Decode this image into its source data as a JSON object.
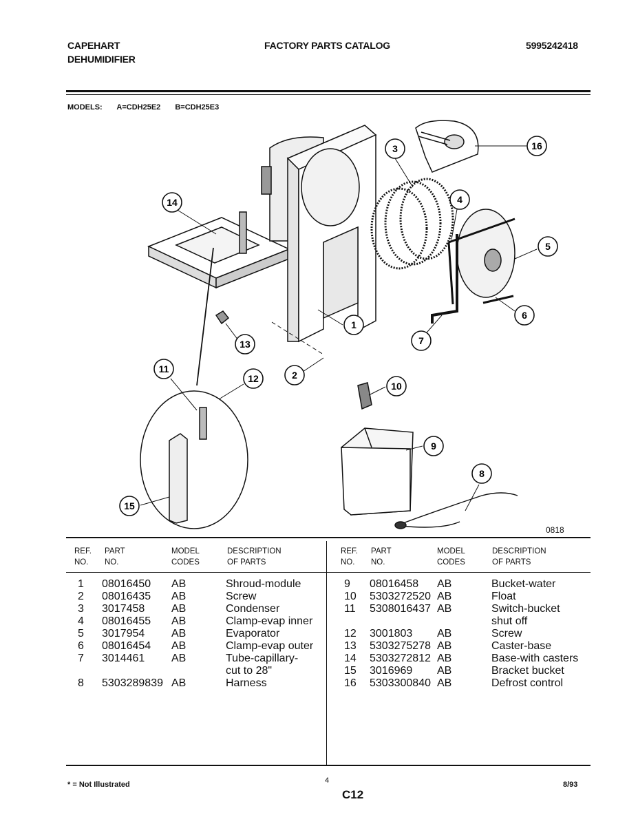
{
  "header": {
    "brand_line1": "CAPEHART",
    "brand_line2": "DEHUMIDIFIER",
    "title": "FACTORY PARTS CATALOG",
    "doc_number": "5995242418"
  },
  "models": {
    "label": "MODELS:",
    "model_a": "A=CDH25E2",
    "model_b": "B=CDH25E3"
  },
  "diagram": {
    "figure_id": "0818",
    "callouts": [
      "1",
      "2",
      "3",
      "4",
      "5",
      "6",
      "7",
      "8",
      "9",
      "10",
      "11",
      "12",
      "13",
      "14",
      "15",
      "16"
    ]
  },
  "table": {
    "headers": {
      "ref": [
        "REF.",
        "NO."
      ],
      "part": [
        "PART",
        "NO."
      ],
      "model": [
        "MODEL",
        "CODES"
      ],
      "desc": [
        "DESCRIPTION",
        "OF PARTS"
      ]
    },
    "left_rows": [
      {
        "ref": "1",
        "part": "08016450",
        "codes": "AB",
        "desc": "Shroud-module"
      },
      {
        "ref": "2",
        "part": "08016435",
        "codes": "AB",
        "desc": "Screw"
      },
      {
        "ref": "3",
        "part": "3017458",
        "codes": "AB",
        "desc": "Condenser"
      },
      {
        "ref": "4",
        "part": "08016455",
        "codes": "AB",
        "desc": "Clamp-evap inner"
      },
      {
        "ref": "5",
        "part": "3017954",
        "codes": "AB",
        "desc": "Evaporator"
      },
      {
        "ref": "6",
        "part": "08016454",
        "codes": "AB",
        "desc": "Clamp-evap outer"
      },
      {
        "ref": "7",
        "part": "3014461",
        "codes": "AB",
        "desc": "Tube-capillary-"
      },
      {
        "ref": "",
        "part": "",
        "codes": "",
        "desc": "cut to 28\""
      },
      {
        "ref": "8",
        "part": "5303289839",
        "codes": "AB",
        "desc": "Harness"
      }
    ],
    "right_rows": [
      {
        "ref": "9",
        "part": "08016458",
        "codes": "AB",
        "desc": "Bucket-water"
      },
      {
        "ref": "10",
        "part": "5303272520",
        "codes": "AB",
        "desc": "Float"
      },
      {
        "ref": "11",
        "part": "5308016437",
        "codes": "AB",
        "desc": "Switch-bucket"
      },
      {
        "ref": "",
        "part": "",
        "codes": "",
        "desc": "shut off"
      },
      {
        "ref": "12",
        "part": "3001803",
        "codes": "AB",
        "desc": "Screw"
      },
      {
        "ref": "13",
        "part": "5303275278",
        "codes": "AB",
        "desc": "Caster-base"
      },
      {
        "ref": "14",
        "part": "5303272812",
        "codes": "AB",
        "desc": "Base-with casters"
      },
      {
        "ref": "15",
        "part": "3016969",
        "codes": "AB",
        "desc": "Bracket bucket"
      },
      {
        "ref": "16",
        "part": "5303300840",
        "codes": "AB",
        "desc": "Defrost control"
      }
    ]
  },
  "footer": {
    "note": "* = Not Illustrated",
    "page_number": "4",
    "page_code": "C12",
    "date": "8/93"
  }
}
